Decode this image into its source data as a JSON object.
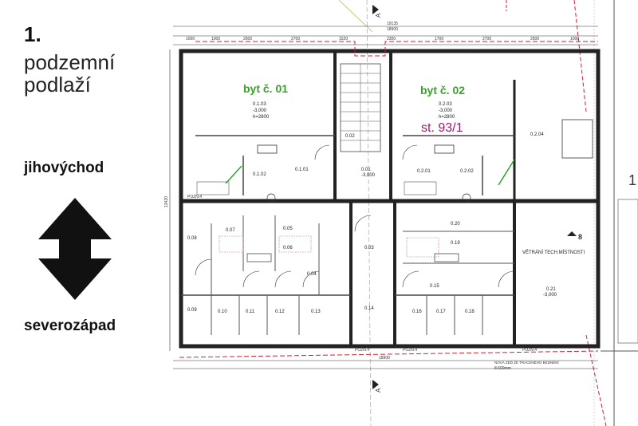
{
  "legend": {
    "floor_number": "1.",
    "floor_line1": "podzemní",
    "floor_line2": "podlaží",
    "dir_top": "jihovýchod",
    "dir_bottom": "severozápad",
    "arrow_icon": "double-vertical-arrow-icon"
  },
  "plan": {
    "flat1": "byt č. 01",
    "flat2": "byt č. 02",
    "parcel": "st. 93/1",
    "section_mark": "A",
    "right_edge_label": "1",
    "stair_label": "8",
    "room_tech": "VĚTRÁNÍ TECH.MÍSTNOSTI",
    "wall_note": "NOVÁ ZEĎ ZE TRACENÉHO BEDNĚNÍ",
    "wall_note_dim": "8.500mm",
    "pozn": "POZN.4",
    "overall_top": "19135",
    "overall_top2": "18900",
    "overall_bottom": "18900",
    "left_height": "13420",
    "dims_top": [
      "1000",
      "1000",
      "2500",
      "2700",
      "1520",
      "2300",
      "1700",
      "2700",
      "2500",
      "1000"
    ],
    "rooms_top": [
      {
        "code": "0.1.03",
        "area": "-3,000",
        "h": "h=2800"
      },
      {
        "code": "0.1.02",
        "area": "",
        "h": ""
      },
      {
        "code": "0.1.01",
        "area": "",
        "h": ""
      },
      {
        "code": "0.2.03",
        "area": "-3,000",
        "h": "h=2800"
      },
      {
        "code": "0.2.04",
        "area": "",
        "h": ""
      },
      {
        "code": "0.2.01",
        "area": "",
        "h": ""
      },
      {
        "code": "0.2.02",
        "area": "",
        "h": ""
      },
      {
        "code": "0.02",
        "area": "",
        "h": ""
      },
      {
        "code": "0.01",
        "area": "-3,000",
        "h": ""
      }
    ],
    "rooms_bottom": [
      "0.08",
      "0.07",
      "0.05",
      "0.06",
      "0.04",
      "0.03",
      "0.09",
      "0.10",
      "0.11",
      "0.12",
      "0.13",
      "0.14",
      "0.20",
      "0.19",
      "0.15",
      "0.16",
      "0.17",
      "0.18",
      "0.21"
    ],
    "room_21_area": "-3,000"
  }
}
